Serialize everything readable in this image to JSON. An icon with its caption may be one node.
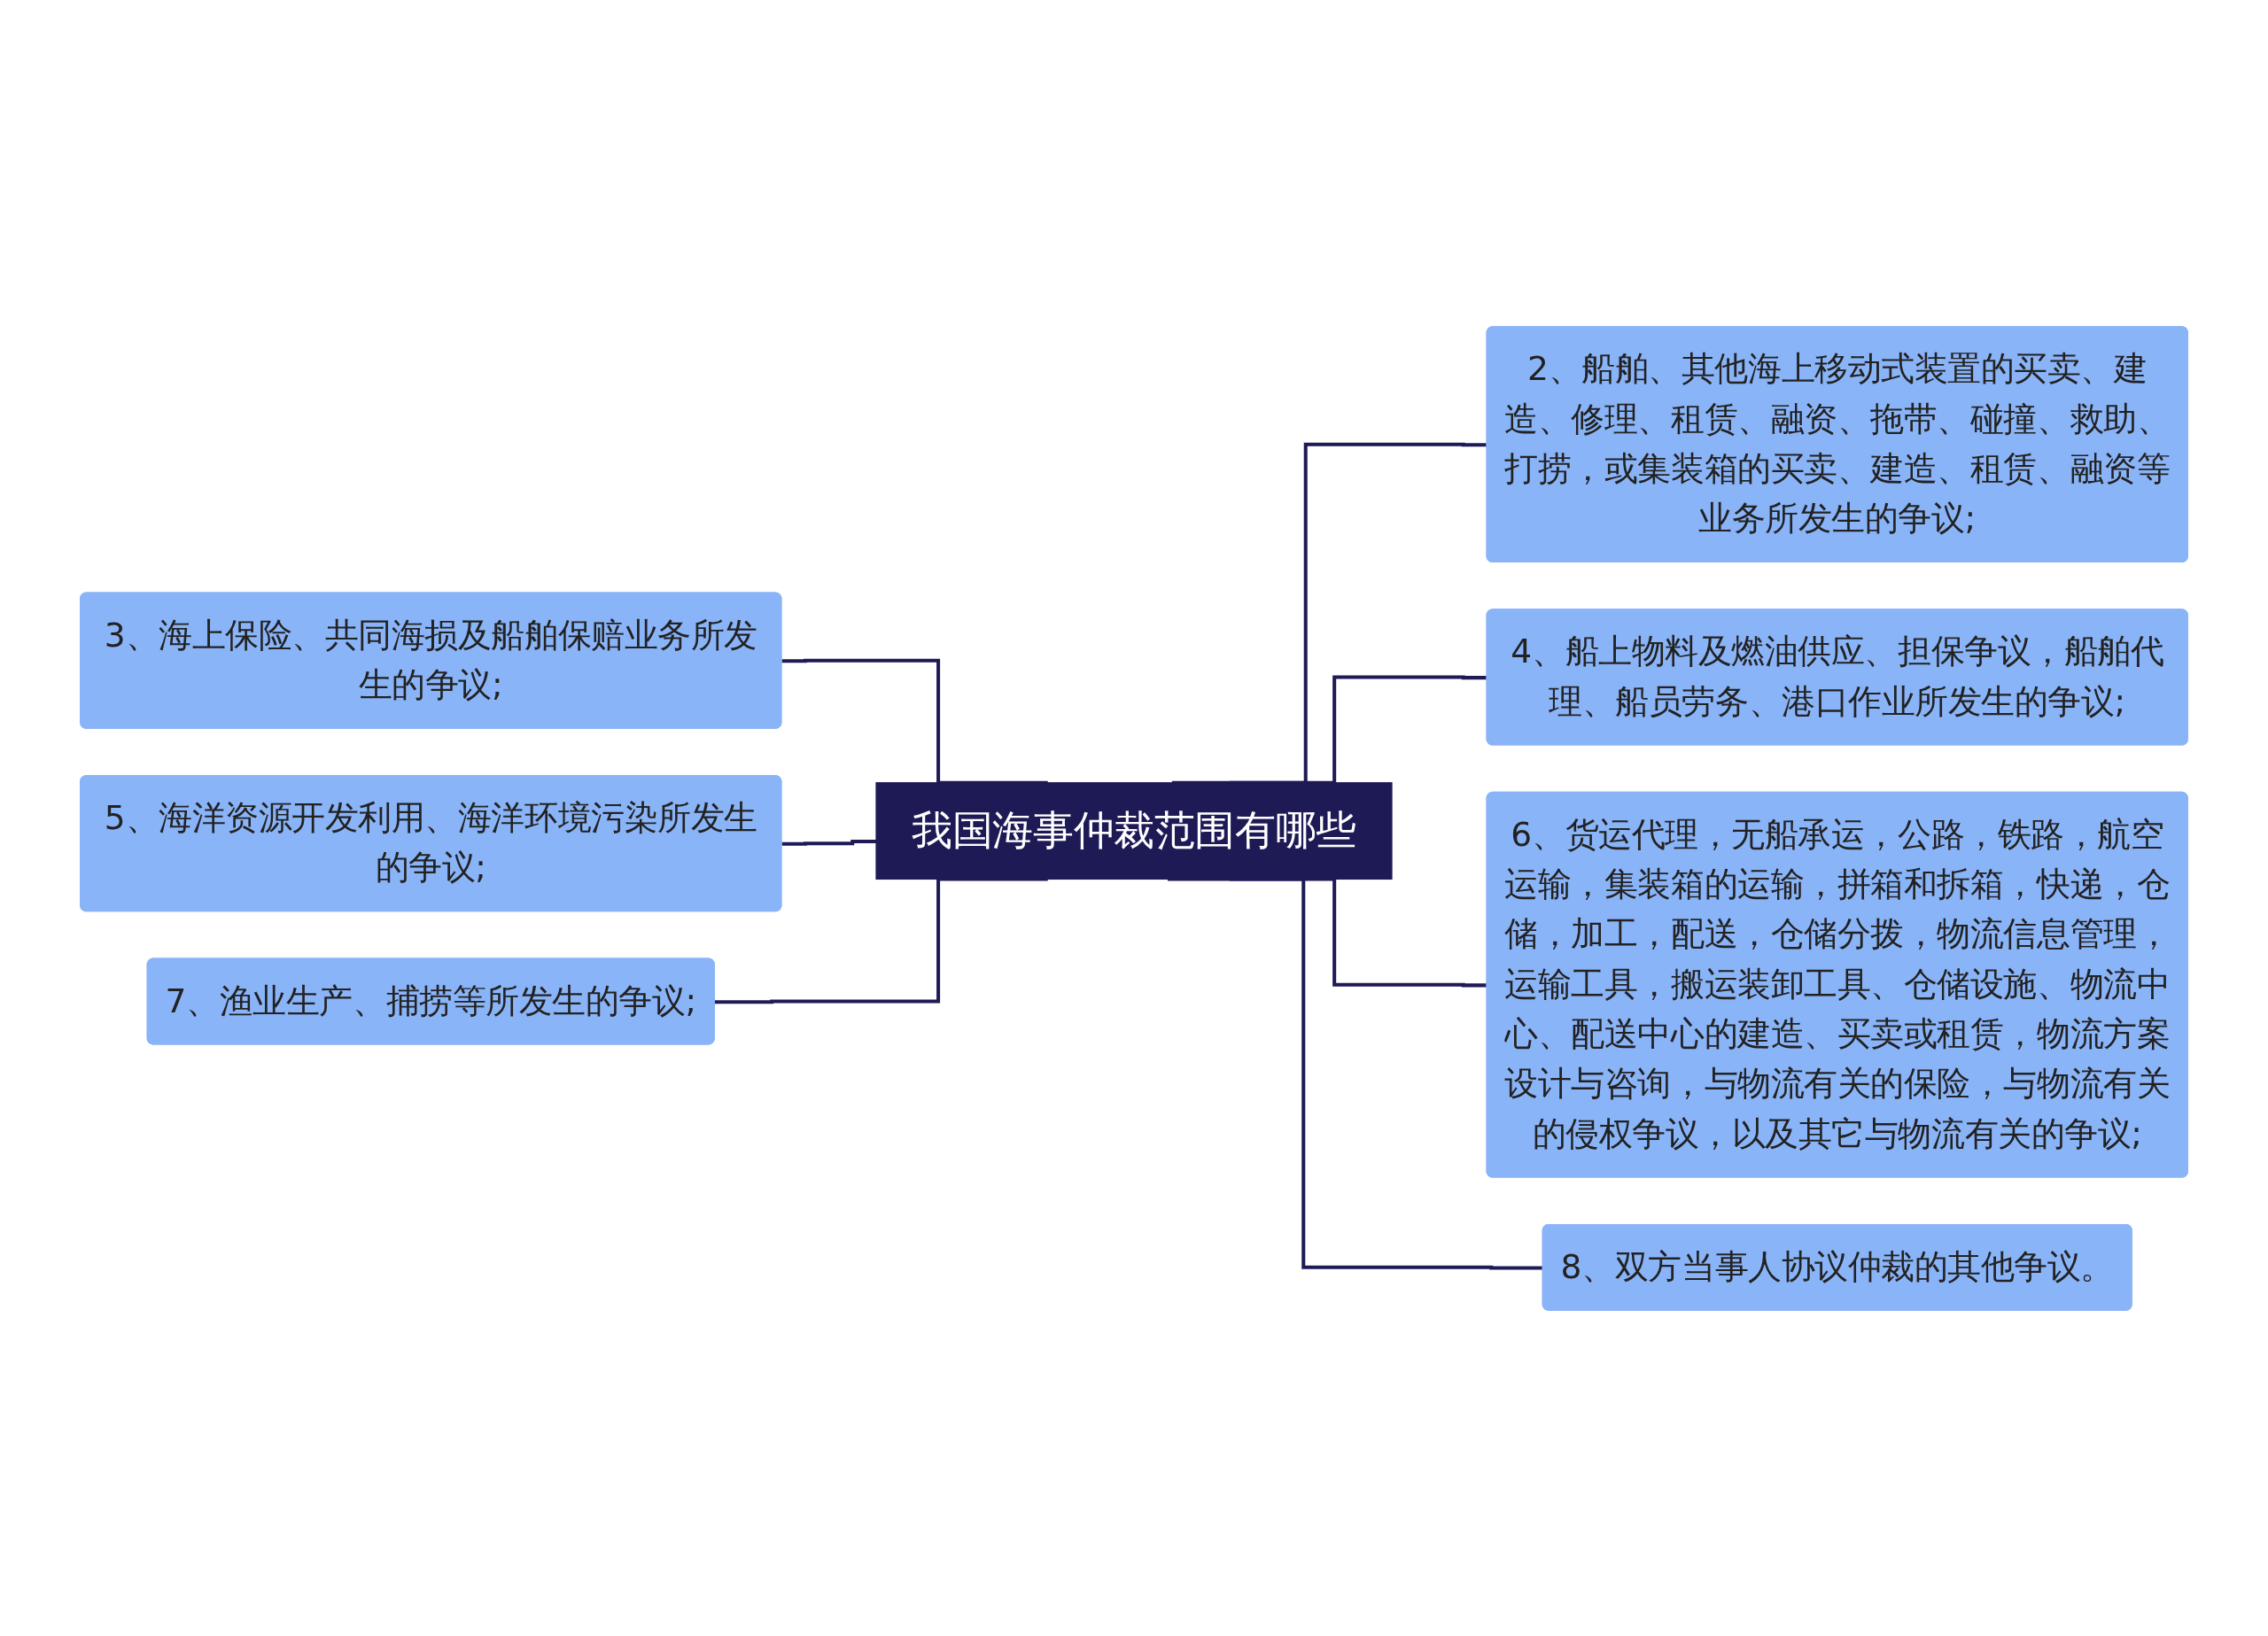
{
  "diagram": {
    "nodes": [
      {
        "text": [
          "我国海事仲裁范围有哪些"
        ]
      },
      {
        "text": [
          "3、海上保险、共同海损及船舶保赔业务所发生的争议;"
        ]
      },
      {
        "text": [
          "5、海洋资源开发利用、海洋环境污染所发生的争议;"
        ]
      },
      {
        "text": [
          "7、渔业生产、捕捞等所发生的争议;"
        ]
      },
      {
        "text": [
          "2、船舶、其他海上移动式装置的买卖、建造、修理、租赁、融资、拖带、碰撞、救助、打捞，或集装箱的买卖、建造、租赁、融资等业务所发生的争议;"
        ]
      },
      {
        "text": [
          "4、船上物料及燃油供应、担保争议，船舶代理、船员劳务、港口作业所发生的争议;"
        ]
      },
      {
        "text": [
          "6、货运代理，无船承运，公路，铁路，航空运输，集装箱的运输，拼箱和拆箱，快递，仓储，加工，配送，仓储分拨，物流信息管理，运输工具，搬运装卸工具、仓储设施、物流中心、配送中心的建造、买卖或租赁，物流方案设计与咨询，与物流有关的保险，与物流有关的侵权争议，以及其它与物流有关的争议;"
        ]
      },
      {
        "text": [
          "8、双方当事人协议仲裁的其他争议。"
        ]
      }
    ],
    "edges": [
      {
        "from": 1,
        "to": 0,
        "arrow": "none"
      },
      {
        "from": 2,
        "to": 0,
        "arrow": "none"
      },
      {
        "from": 3,
        "to": 0,
        "arrow": "none"
      },
      {
        "from": 0,
        "to": 4,
        "arrow": "none"
      },
      {
        "from": 0,
        "to": 5,
        "arrow": "none"
      },
      {
        "from": 0,
        "to": 6,
        "arrow": "none"
      },
      {
        "from": 0,
        "to": 7,
        "arrow": "none"
      }
    ]
  }
}
